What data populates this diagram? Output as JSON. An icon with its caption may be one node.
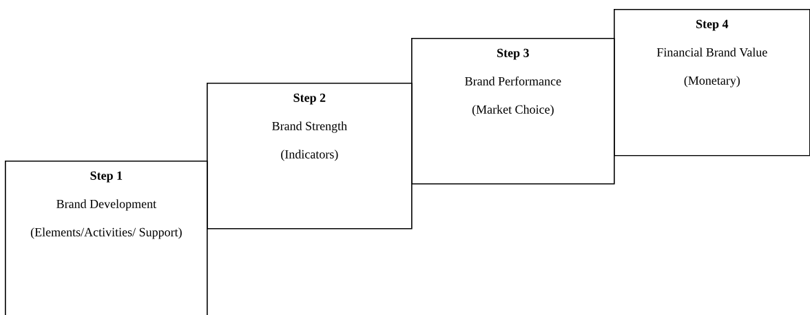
{
  "diagram": {
    "nodes": [
      {
        "text": [
          "Step 1",
          "Brand Development",
          "(Elements/Activities/ Support)"
        ]
      },
      {
        "text": [
          "Step 2",
          "Brand Strength",
          "(Indicators)"
        ]
      },
      {
        "text": [
          "Step 3",
          "Brand Performance",
          "(Market Choice)"
        ]
      },
      {
        "text": [
          "Step 4",
          "Financial Brand Value",
          "(Monetary)"
        ]
      }
    ]
  }
}
